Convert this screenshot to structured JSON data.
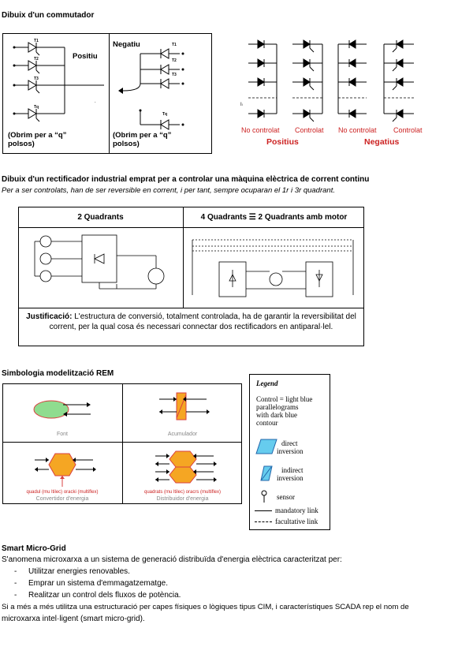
{
  "s1": {
    "title": "Dibuix d'un commutador",
    "pos_label": "Positiu",
    "neg_label": "Negatiu",
    "obrim1": "(Obrim per a “q”",
    "polsos1": "polsos)",
    "obrim2": "(Obrim per a “q”",
    "polsos2": "polsos)",
    "t1": "T1",
    "t2": "T2",
    "t3": "T3",
    "tq": "Tq",
    "n1": "T1",
    "n2": "T2",
    "n3": "T3",
    "nq": "Tq",
    "no_controlat_1": "No controlat",
    "controlat_1": "Controlat",
    "no_controlat_2": "No controlat",
    "controlat_2": "Controlat",
    "positius": "Positius",
    "negatius": "Negatius",
    "li": "Iₗ"
  },
  "s2": {
    "title": "Dibuix d'un rectificador industrial emprat per a controlar una màquina elèctrica de corrent continu",
    "subtitle": "Per a ser controlats, han de ser reversible en corrent, i per tant, sempre ocuparan el 1r i 3r quadrant.",
    "col1": "2 Quadrants",
    "col2": "4 Quadrants ☰ 2 Quadrants amb motor",
    "just_label": "Justificació:",
    "just_text": " L'estructura de conversió, totalment controlada, ha de garantir la reversibilitat del corrent, per la qual cosa és necessari connectar dos rectificadors en antiparal·lel."
  },
  "s3": {
    "title": "Simbologia modelització REM",
    "font": "Font",
    "acumulador": "Acumulador",
    "conv_red": "quadul (mu ltilec) oracki (multiflex)",
    "conv": "Convertidor d'energia",
    "dist_red": "quadrats (mu ltilec) oracrs (multiflex)",
    "dist": "Distribuidor d'energia",
    "legend": {
      "title": "Legend",
      "control_1": "Control = light blue",
      "control_2": "parallelograms",
      "control_3": "with dark blue",
      "control_4": "contour",
      "direct_1": "direct",
      "direct_2": "inversion",
      "indirect_1": "indirect",
      "indirect_2": "inversion",
      "sensor": "sensor",
      "mandatory": "mandatory link",
      "facultative": "facultative link"
    },
    "colors": {
      "font_fill": "#8fdc8f",
      "acc_fill": "#f5a623",
      "red": "#cc2222",
      "blue": "#3aa0e0"
    }
  },
  "s4": {
    "title": "Smart Micro-Grid",
    "intro": "S'anomena microxarxa a un sistema de generació distribuïda d'energia elèctrica caracteritzat per:",
    "items": [
      "Utilitzar energies renovables.",
      "Emprar un sistema d'emmagatzematge.",
      "Realitzar un control dels fluxos de potència."
    ],
    "dash": "-",
    "outro_1": "Si a més a més utilitza una estructuració per capes físiques o lògiques tipus CIM, i característiques SCADA rep el nom de",
    "outro_2": "microxarxa intel·ligent (smart micro-grid)."
  }
}
